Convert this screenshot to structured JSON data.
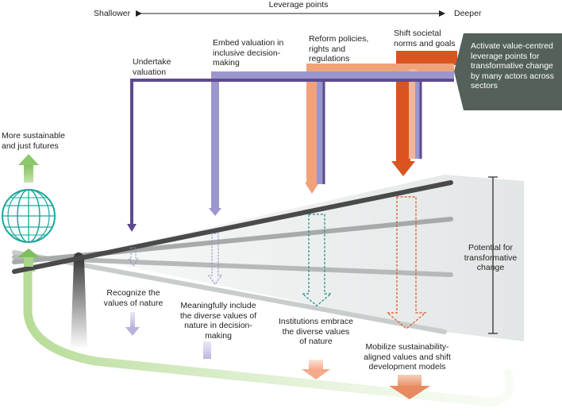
{
  "header": {
    "title": "Leverage points",
    "left_label": "Shallower",
    "right_label": "Deeper"
  },
  "levers": [
    {
      "label": "Undertake valuation",
      "color": "#5e4a8e"
    },
    {
      "label": "Embed valuation in inclusive decision-making",
      "color": "#9b97cd"
    },
    {
      "label": "Reform policies, rights and regulations",
      "color": "#f0a27a"
    },
    {
      "label": "Shift societal norms and goals",
      "color": "#d9541f"
    }
  ],
  "callout": {
    "text": "Activate value-centred leverage points for transformative change by many actors across sectors",
    "color": "#536158"
  },
  "outcomes": [
    {
      "label": "Recognize the values of nature",
      "color": "#b9b3dc"
    },
    {
      "label": "Meaningfully include the diverse values of nature in decision-making",
      "color": "#8f8ac6"
    },
    {
      "label": "Institutions embrace the diverse values of nature",
      "color": "#1b8a8a"
    },
    {
      "label": "Mobilize sustainability-aligned values and shift development models",
      "color": "#d9541f"
    }
  ],
  "globe": {
    "label": "More sustainable and just futures",
    "color": "#1aa69c"
  },
  "potential": {
    "label": "Potential for transformative change"
  }
}
